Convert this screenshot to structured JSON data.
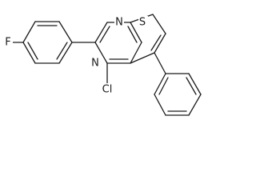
{
  "molecule": {
    "atoms": {
      "F": "F",
      "N1": "N",
      "N3": "N",
      "S": "S",
      "Cl": "Cl"
    }
  }
}
